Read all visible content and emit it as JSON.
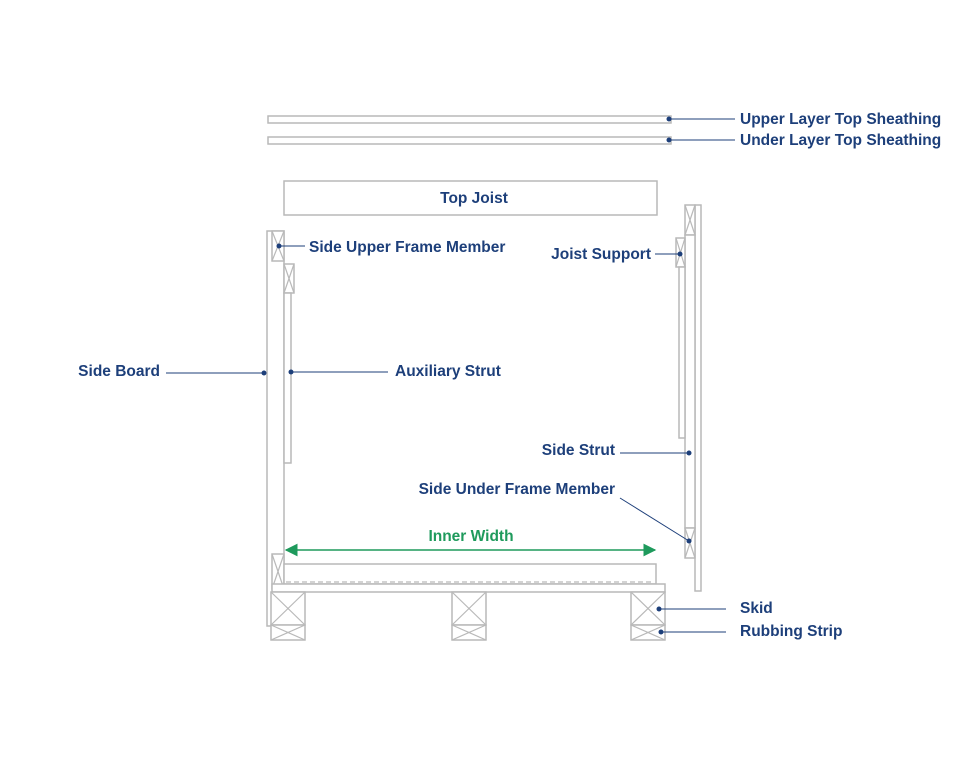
{
  "labels": {
    "upper_layer_top_sheathing": "Upper Layer Top Sheathing",
    "under_layer_top_sheathing": "Under Layer Top Sheathing",
    "top_joist": "Top Joist",
    "side_upper_frame_member": "Side Upper Frame Member",
    "joist_support": "Joist Support",
    "side_board": "Side Board",
    "auxiliary_strut": "Auxiliary Strut",
    "side_strut": "Side Strut",
    "side_under_frame_member": "Side Under Frame Member",
    "inner_width": "Inner Width",
    "skid": "Skid",
    "rubbing_strip": "Rubbing Strip"
  },
  "colors": {
    "label": "#1d3f7a",
    "dimension": "#1e9a5c",
    "outline": "#b9b9b9"
  }
}
